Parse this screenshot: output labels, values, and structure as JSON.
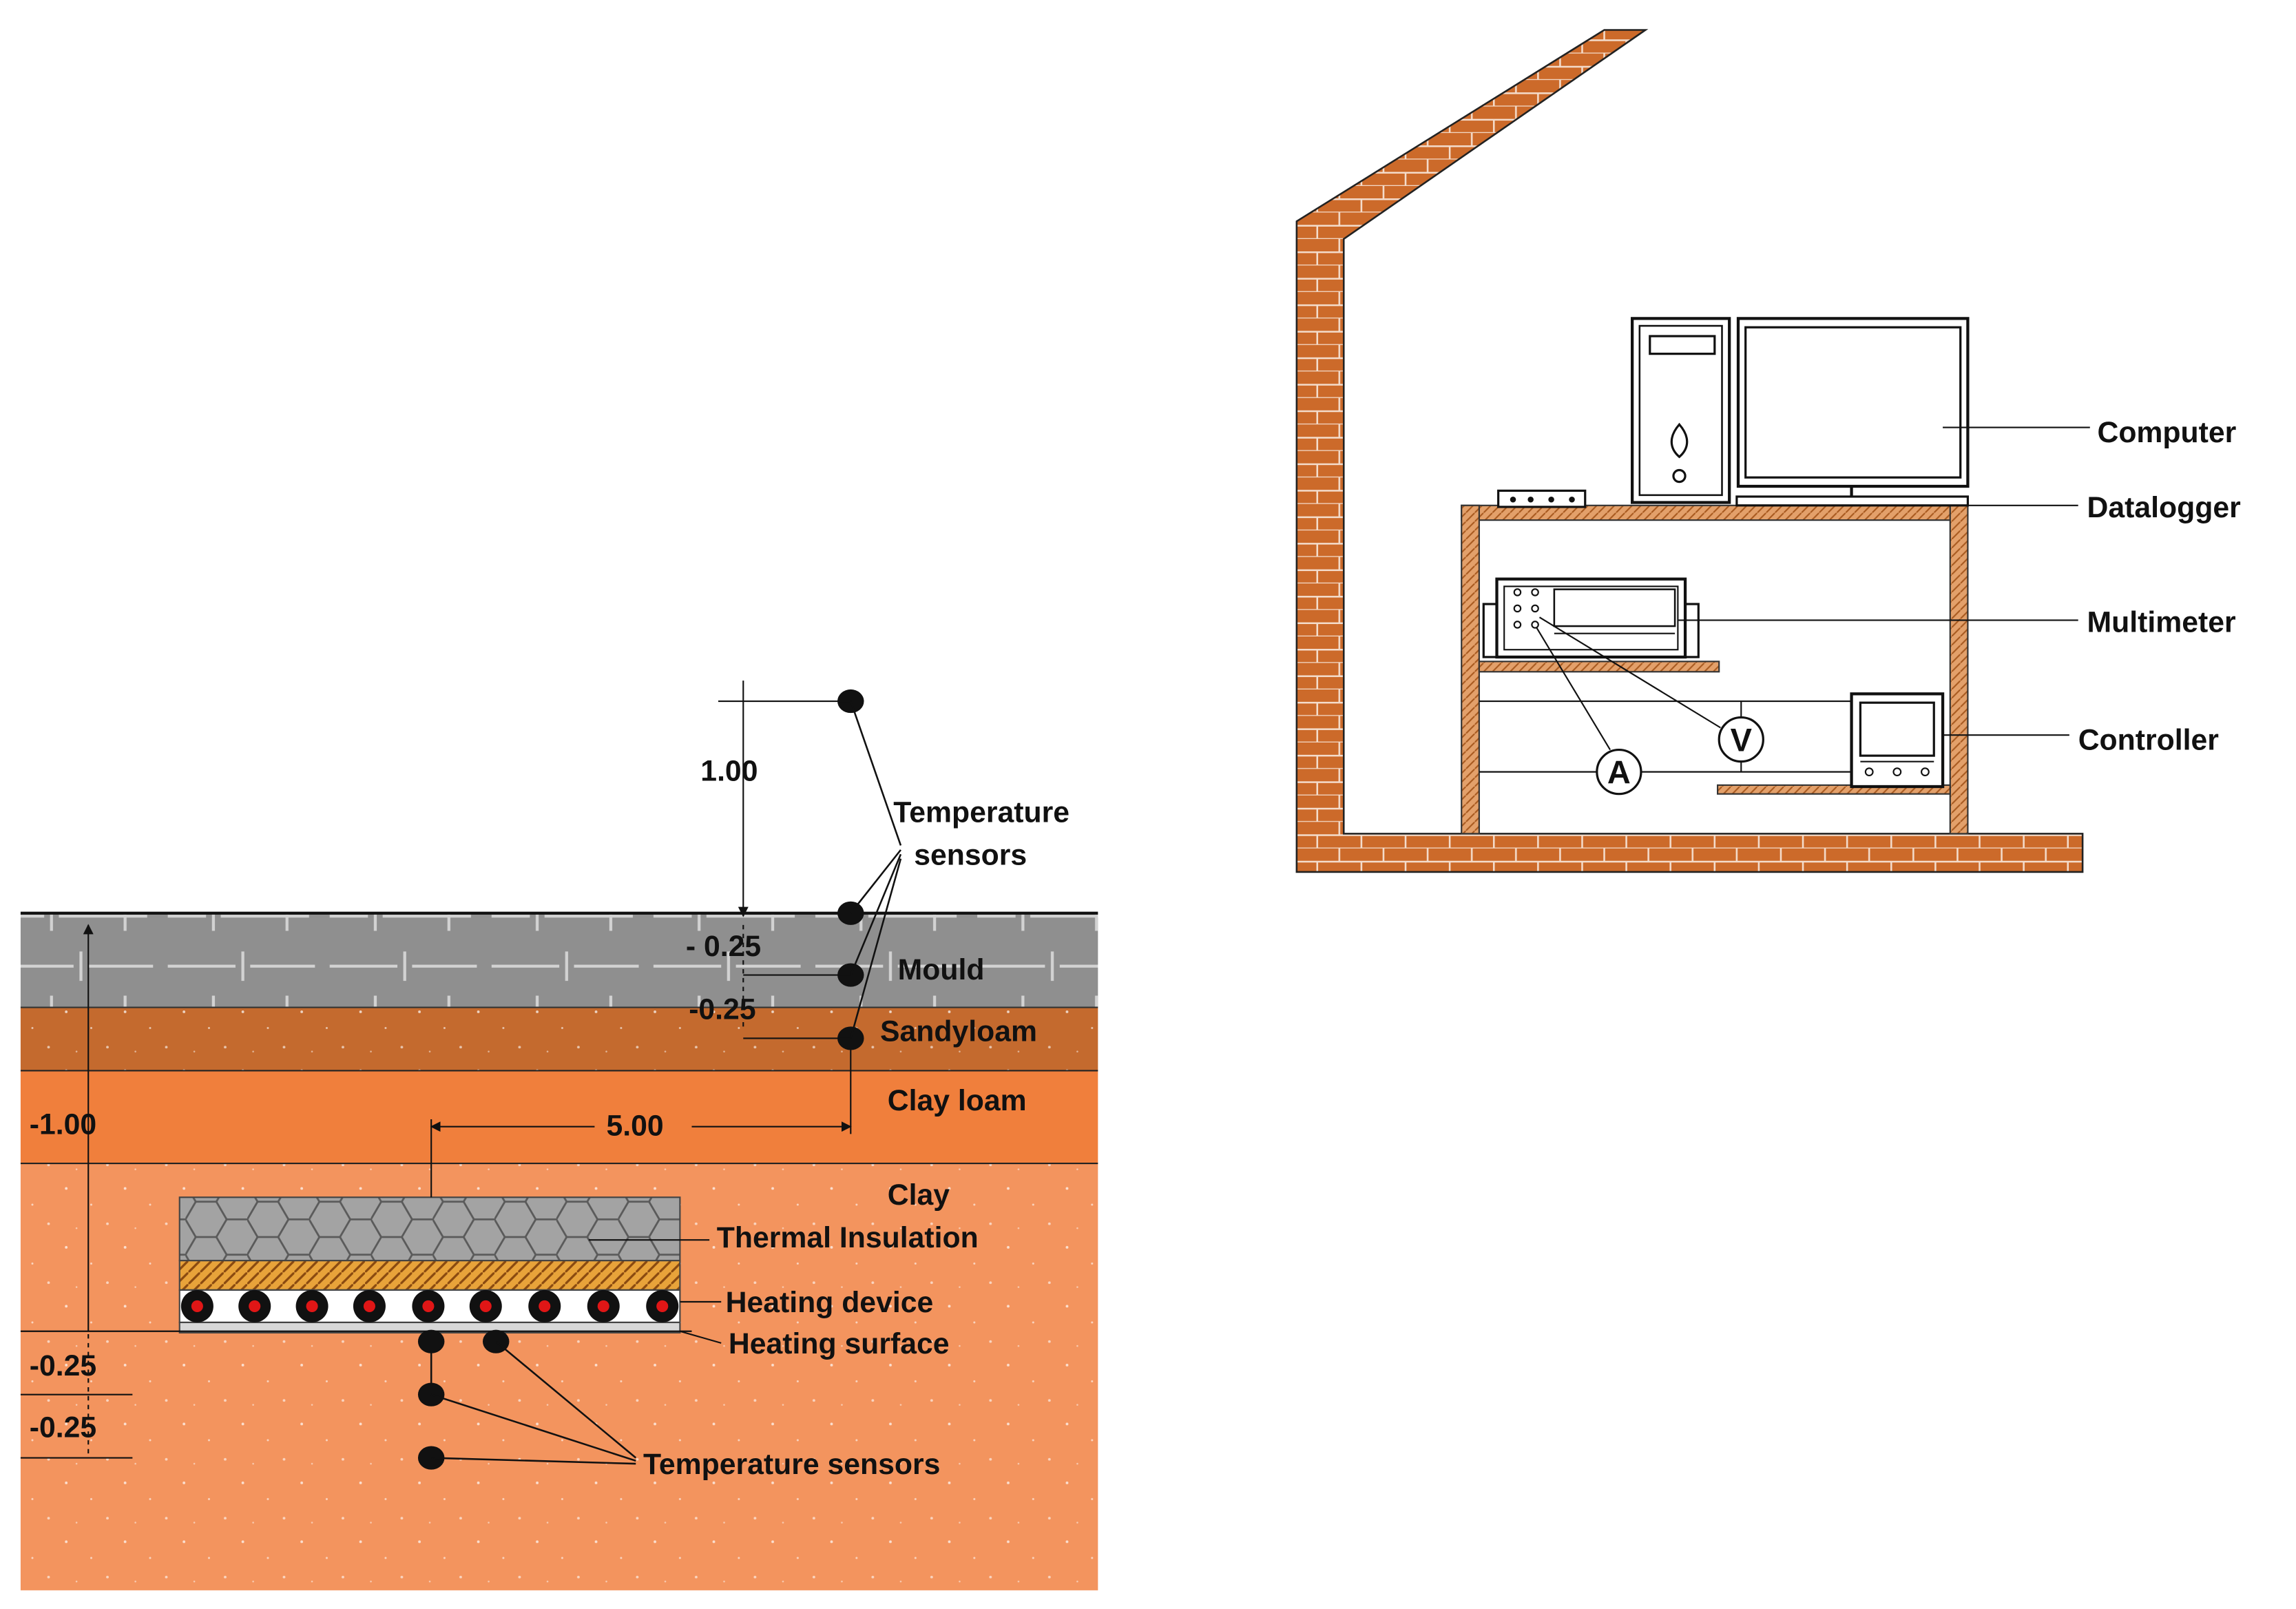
{
  "soil_section": {
    "dimensions": {
      "height_above": "1.00",
      "depth_1": "- 0.25",
      "depth_2": "-0.25",
      "total_depth": "-1.00",
      "horizontal": "5.00",
      "below_1": "-0.25",
      "below_2": "-0.25"
    },
    "layers": {
      "mould": "Mould",
      "sandyloam": "Sandyloam",
      "clay_loam": "Clay loam",
      "clay": "Clay"
    },
    "components": {
      "thermal_insulation": "Thermal Insulation",
      "heating_device": "Heating device",
      "heating_surface": "Heating surface"
    },
    "sensor_labels": {
      "upper_line1": "Temperature",
      "upper_line2": "sensors",
      "lower": "Temperature sensors"
    }
  },
  "station": {
    "labels": {
      "computer": "Computer",
      "datalogger": "Datalogger",
      "multimeter": "Multimeter",
      "controller": "Controller"
    },
    "meters": {
      "ammeter": "A",
      "voltmeter": "V"
    }
  },
  "colors": {
    "brick": "#cc6a2a",
    "mould": "#8f8f8f",
    "sandyloam": "#c46a2e",
    "clay_loam": "#f07f3c",
    "clay": "#f3945e",
    "insulation": "#a3a3a3",
    "hatch": "#e89a2a",
    "heater_red": "#e01616"
  }
}
